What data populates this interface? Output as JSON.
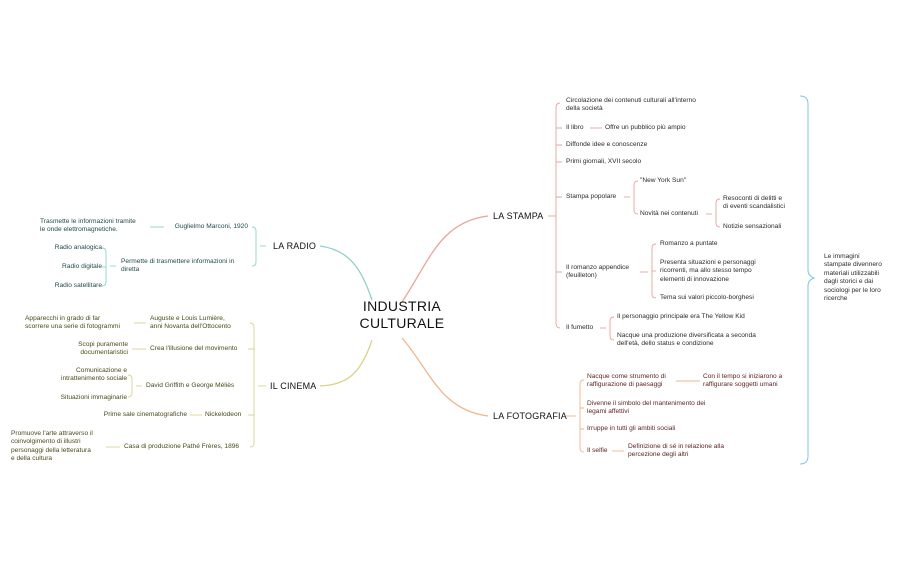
{
  "center": {
    "line1": "INDUSTRIA",
    "line2": "CULTURALE"
  },
  "colors": {
    "stampa": "#e8a49a",
    "fotografia": "#f0b58a",
    "cinema": "#d8d48a",
    "radio": "#8fd0c8",
    "summary": "#7fc6e6"
  },
  "branches": {
    "stampa": {
      "label": "LA STAMPA",
      "circolazione": "Circolazione dei contenuti culturali all'interno\ndella società",
      "libro": "Il libro",
      "libro_pubblico": "Offre un pubblico più ampio",
      "diffonde": "Diffonde idee e conoscenze",
      "giornali": "Primi giornali, XVII secolo",
      "popolare": "Stampa popolare",
      "nysun": "\"New York Sun\"",
      "novita": "Novità nei contenuti",
      "resoconti": "Resoconti di delitti e\ndi eventi scandalistici",
      "notizie": "Notizie sensazionali",
      "romanzo": "Il romanzo appendice\n(feuilleton)",
      "puntate": "Romanzo a puntate",
      "situazioni": "Presenta situazioni e personaggi\nricorrenti, ma allo stesso tempo\nelementi di innovazione",
      "tema": "Tema sui valori piccolo-borghesi",
      "fumetto": "Il fumetto",
      "yellowkid": "Il personaggio principale era The Yellow Kid",
      "nacque": "Nacque una produzione diversificata a seconda\ndell'età, dello status e condizione"
    },
    "fotografia": {
      "label": "LA FOTOGRAFIA",
      "strumento": "Nacque come strumento di\nraffigurazione di paesaggi",
      "tempo": "Con il tempo si iniziarono a\nraffigurare soggetti umani",
      "simbolo": "Divenne il simbolo del mantenimento dei\nlegami affettivi",
      "irruppe": "Irruppe in tutti gli ambiti sociali",
      "selfie": "Il selfie",
      "definizione": "Definizione di sé in relazione alla\npercezione degli altri"
    },
    "radio": {
      "label": "LA RADIO",
      "marconi": "Guglielmo Marconi, 1920",
      "trasmette": "Trasmette le informazioni tramite\nle onde elettromagnetiche.",
      "permette": "Permette di trasmettere informazioni in\ndiretta",
      "analogica": "Radio analogica",
      "digitale": "Radio digitale",
      "satellitare": "Radio satellitare"
    },
    "cinema": {
      "label": "IL CINEMA",
      "lumiere": "Auguste e Louis Lumière,\nanni Novanta dell'Ottocento",
      "apparecchi": "Apparecchi in grado di far\nscorrere una serie di fotogrammi",
      "illusione": "Crea l'illusione del movimento",
      "scopi": "Scopi puramente\ndocumentaristici",
      "griffith": "David Griffith e George Méliès",
      "comunicazione": "Comunicazione e\nintrattenimento sociale",
      "situazioni": "Situazioni immaginarie",
      "nickelodeon": "Nickelodeon",
      "prime_sale": "Prime sale cinematografiche",
      "pathe": "Casa di produzione Pathé Frères, 1896",
      "promuove": "Promuove l'arte attraverso il\ncoinvolgimento di illustri\npersonaggi della letteratura\ne della cultura"
    }
  },
  "summary": "Le immagini\nstampate divennero\nmateriali utilizzabili\ndagli storici e dai\nsociologi per le loro\nricerche"
}
